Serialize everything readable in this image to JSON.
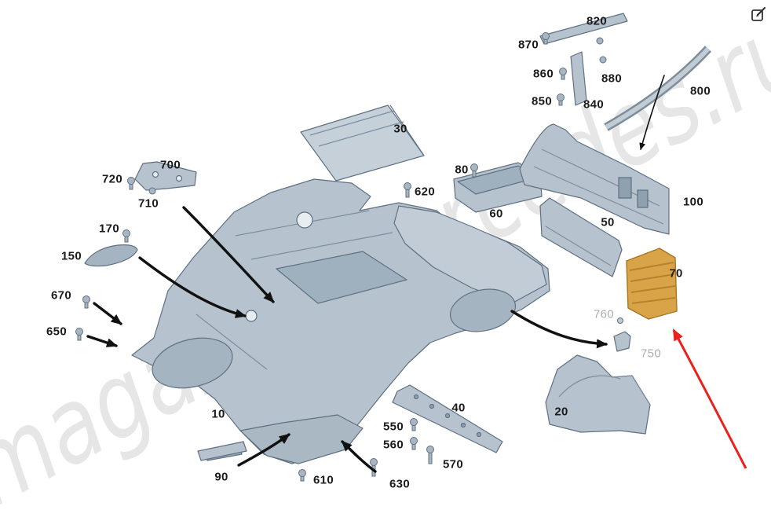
{
  "watermark": {
    "text": "magazin-mercedes.ru"
  },
  "colors": {
    "part_fill": "#b6c2cd",
    "part_mid": "#a5b4c1",
    "part_dark": "#8fa0af",
    "part_light": "#c6d0d9",
    "part_stroke": "#5f7082",
    "highlight_fill": "#d9a348",
    "highlight_stroke": "#a87420",
    "arrow_black": "#111111",
    "arrow_red": "#e8221c",
    "label_color": "#1b1b1b",
    "muted_label_color": "#a8aeb4",
    "watermark_color": "#e4e4e4"
  },
  "icons": {
    "top_right": "edit-diagram-icon"
  },
  "labels": {
    "p10": "10",
    "p20": "20",
    "p30": "30",
    "p40": "40",
    "p50": "50",
    "p60": "60",
    "p70": "70",
    "p80": "80",
    "p90": "90",
    "p100": "100",
    "p150": "150",
    "p170": "170",
    "p550": "550",
    "p560": "560",
    "p570": "570",
    "p610": "610",
    "p620": "620",
    "p630": "630",
    "p650": "650",
    "p670": "670",
    "p700": "700",
    "p710": "710",
    "p720": "720",
    "p750": "750",
    "p760": "760",
    "p800": "800",
    "p820": "820",
    "p840": "840",
    "p850": "850",
    "p860": "860",
    "p870": "870",
    "p880": "880"
  }
}
